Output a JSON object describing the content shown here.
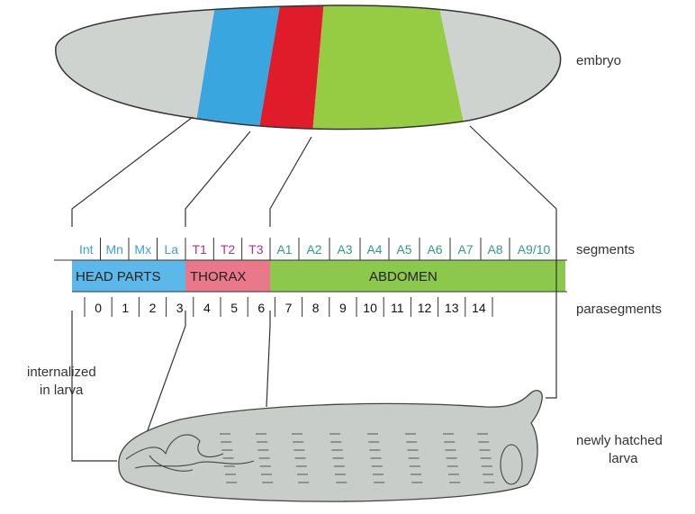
{
  "labels": {
    "embryo": "embryo",
    "segments": "segments",
    "parasegments": "parasegments",
    "internalized_line1": "internalized",
    "internalized_line2": "in larva",
    "larva_line1": "newly hatched",
    "larva_line2": "larva"
  },
  "regions": {
    "head": "HEAD PARTS",
    "thorax": "THORAX",
    "abdomen": "ABDOMEN"
  },
  "segments": {
    "head": [
      "Int",
      "Mn",
      "Mx",
      "La"
    ],
    "thorax": [
      "T1",
      "T2",
      "T3"
    ],
    "abdomen": [
      "A1",
      "A2",
      "A3",
      "A4",
      "A5",
      "A6",
      "A7",
      "A8",
      "A9/10"
    ]
  },
  "parasegments": [
    "0",
    "1",
    "2",
    "3",
    "4",
    "5",
    "6",
    "7",
    "8",
    "9",
    "10",
    "11",
    "12",
    "13",
    "14"
  ],
  "colors": {
    "head": "#5bb8e8",
    "thorax": "#e9788a",
    "abdomen": "#8cc84b",
    "embryo_grey": "#cfd3d0",
    "embryo_blue": "#3aa6e0",
    "embryo_red": "#e01c2a",
    "embryo_green": "#95cc44",
    "head_text": "#3c9fd6",
    "thorax_text": "#b0308c",
    "abdomen_text": "#2e9a86",
    "larva_fill": "#c8cdca"
  }
}
